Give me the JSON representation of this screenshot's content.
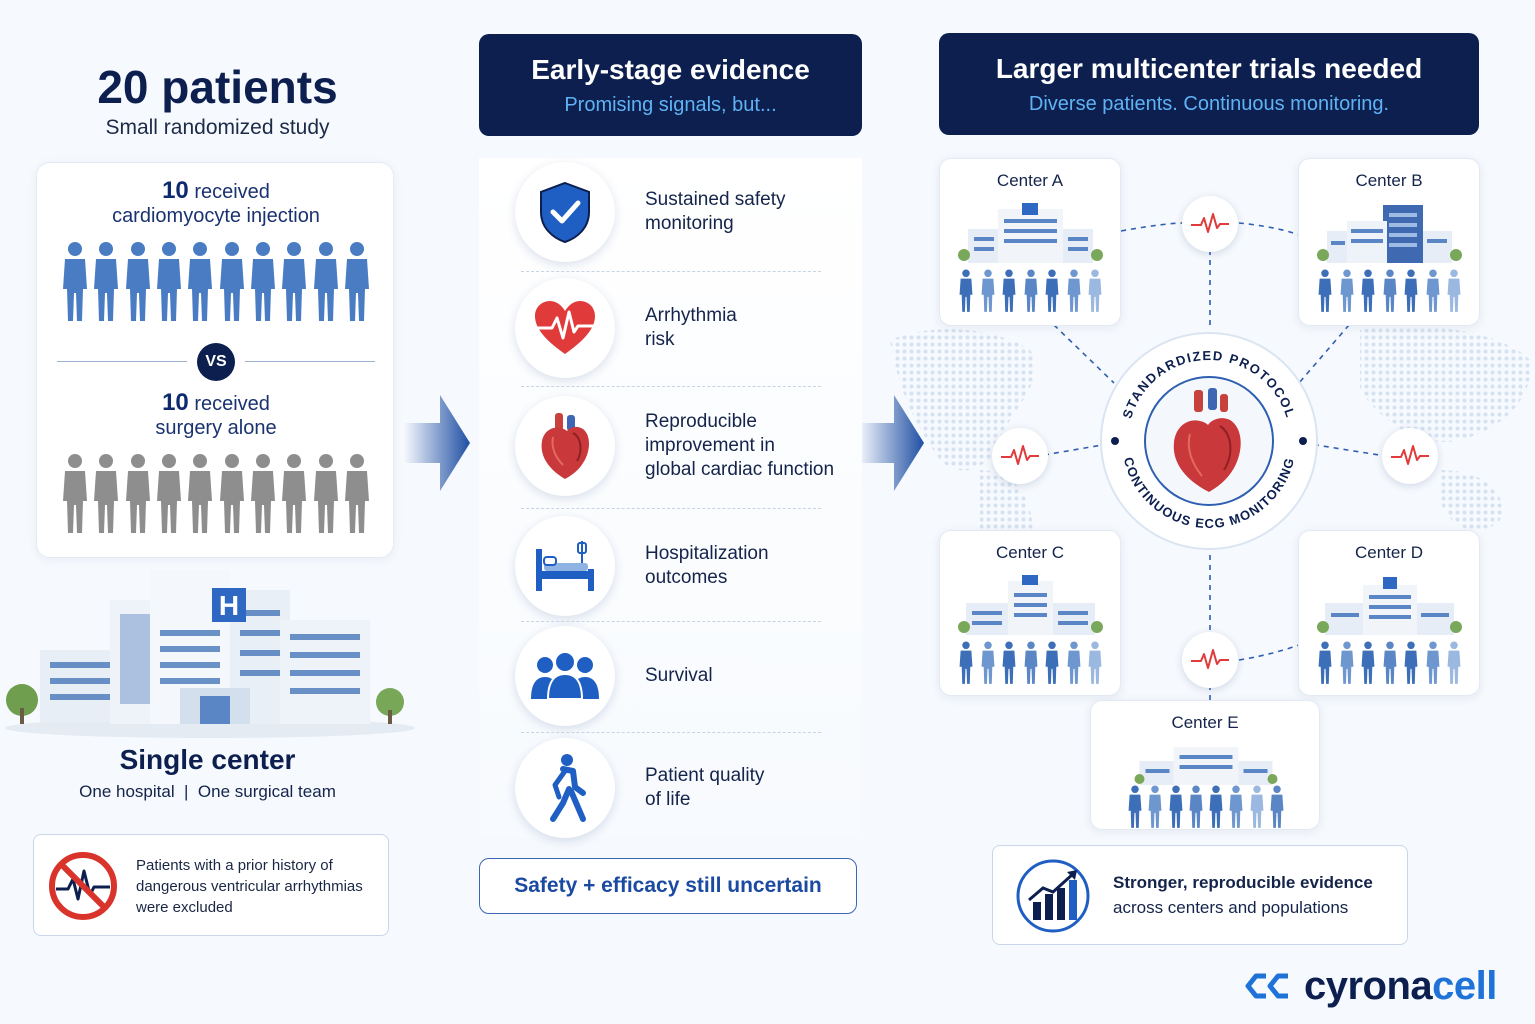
{
  "left": {
    "title": "20 patients",
    "subtitle": "Small randomized study",
    "group_a": {
      "count": "10",
      "label_line1": "received",
      "label_line2": "cardiomyocyte injection",
      "color": "#4a7cc4"
    },
    "vs": "VS",
    "group_b": {
      "count": "10",
      "label_line1": "received",
      "label_line2": "surgery alone",
      "color": "#8e8e8e"
    },
    "single_center_title": "Single center",
    "single_center_sub": "One hospital  |  One surgical team",
    "exclusion_text": "Patients with a prior history of dangerous ventricular arrhythmias were excluded"
  },
  "middle": {
    "header_title": "Early-stage evidence",
    "header_sub": "Promising signals, but...",
    "endpoints": [
      {
        "icon": "shield-check-icon",
        "label": "Sustained safety\nmonitoring"
      },
      {
        "icon": "heart-ecg-icon",
        "label": "Arrhythmia\nrisk"
      },
      {
        "icon": "anatomical-heart-icon",
        "label": "Reproducible\nimprovement in\nglobal cardiac function"
      },
      {
        "icon": "hospital-bed-icon",
        "label": "Hospitalization\noutcomes"
      },
      {
        "icon": "people-group-icon",
        "label": "Survival"
      },
      {
        "icon": "walking-person-icon",
        "label": "Patient quality\nof life"
      }
    ],
    "uncertain": "Safety + efficacy still uncertain"
  },
  "right": {
    "header_title": "Larger multicenter trials needed",
    "header_sub": "Diverse patients. Continuous monitoring.",
    "centers": [
      {
        "name": "Center A"
      },
      {
        "name": "Center B"
      },
      {
        "name": "Center C"
      },
      {
        "name": "Center D"
      },
      {
        "name": "Center E"
      }
    ],
    "ring_top": "STANDARDIZED PROTOCOL",
    "ring_bottom": "CONTINUOUS ECG MONITORING",
    "evidence_line1": "Stronger, reproducible evidence",
    "evidence_line2": "across centers and populations"
  },
  "brand": {
    "name_a": "cyrona",
    "name_b": "cell",
    "navy": "#0c1f4f",
    "blue": "#1f73d8",
    "ecg_red": "#e03a3a"
  }
}
